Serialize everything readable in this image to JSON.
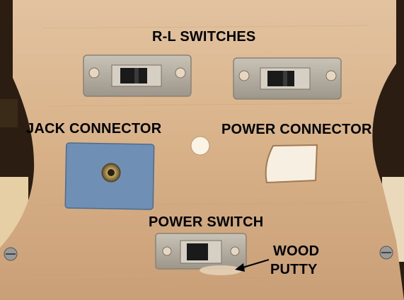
{
  "labels": {
    "rl_switches": "R-L SWITCHES",
    "jack_connector": "JACK CONNECTOR",
    "power_connector": "POWER CONNECTOR",
    "power_switch": "POWER SWITCH",
    "wood_line1": "WOOD",
    "wood_line2": "PUTTY"
  },
  "colors": {
    "wood_panel": "#d9b48a",
    "background_dark": "#2b1d12",
    "switch_plate": "#b9b1a3",
    "switch_slider": "#1a1a1a",
    "jack_pad": "#6f8fb5",
    "label_text": "#000000"
  }
}
